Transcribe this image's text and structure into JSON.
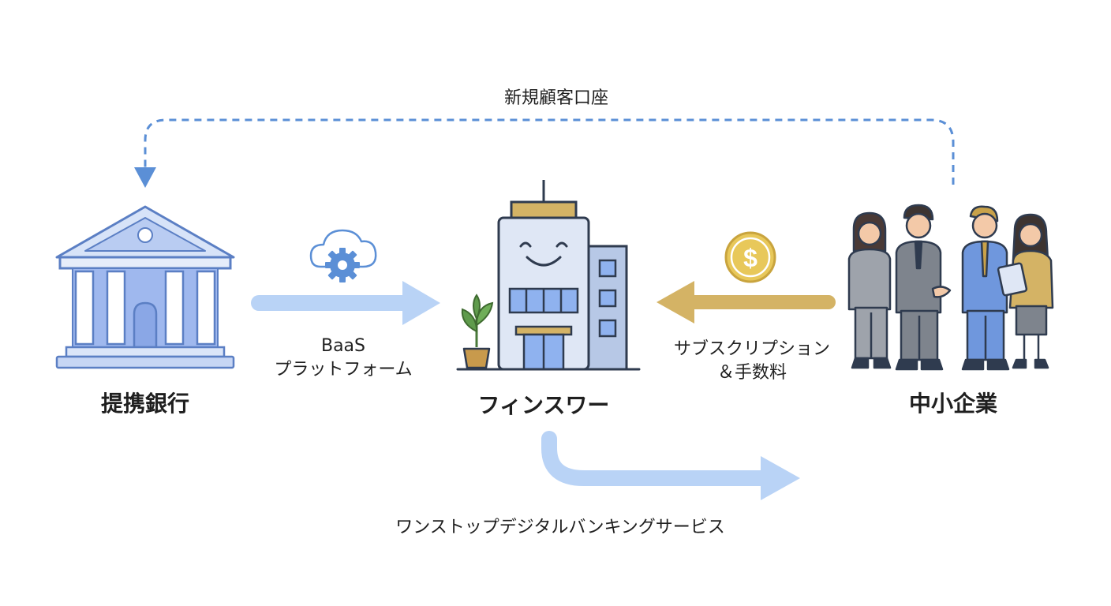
{
  "nodes": {
    "bank": {
      "label": "提携銀行"
    },
    "fintech": {
      "label": "フィンスワー"
    },
    "sme": {
      "label": "中小企業"
    }
  },
  "flows": {
    "new_accounts": {
      "label": "新規顧客口座"
    },
    "baas": {
      "line1": "BaaS",
      "line2": "プラットフォーム"
    },
    "subscription": {
      "line1": "サブスクリプション",
      "line2": "＆手数料"
    },
    "one_stop": {
      "label": "ワンストップデジタルバンキングサービス"
    }
  },
  "icons": {
    "cloud_gear": "cloud-gear-icon",
    "coin": "dollar-coin-icon",
    "bank": "bank-building-icon",
    "building": "smiling-office-building-icon",
    "people": "business-people-handshake-icon",
    "plant": "potted-plant-icon"
  },
  "colors": {
    "flow_blue": "#b9d3f6",
    "dashed_blue": "#5b8fd6",
    "flow_gold": "#d4b365",
    "coin_gold": "#e8c85a",
    "outline": "#2f3b4f"
  }
}
